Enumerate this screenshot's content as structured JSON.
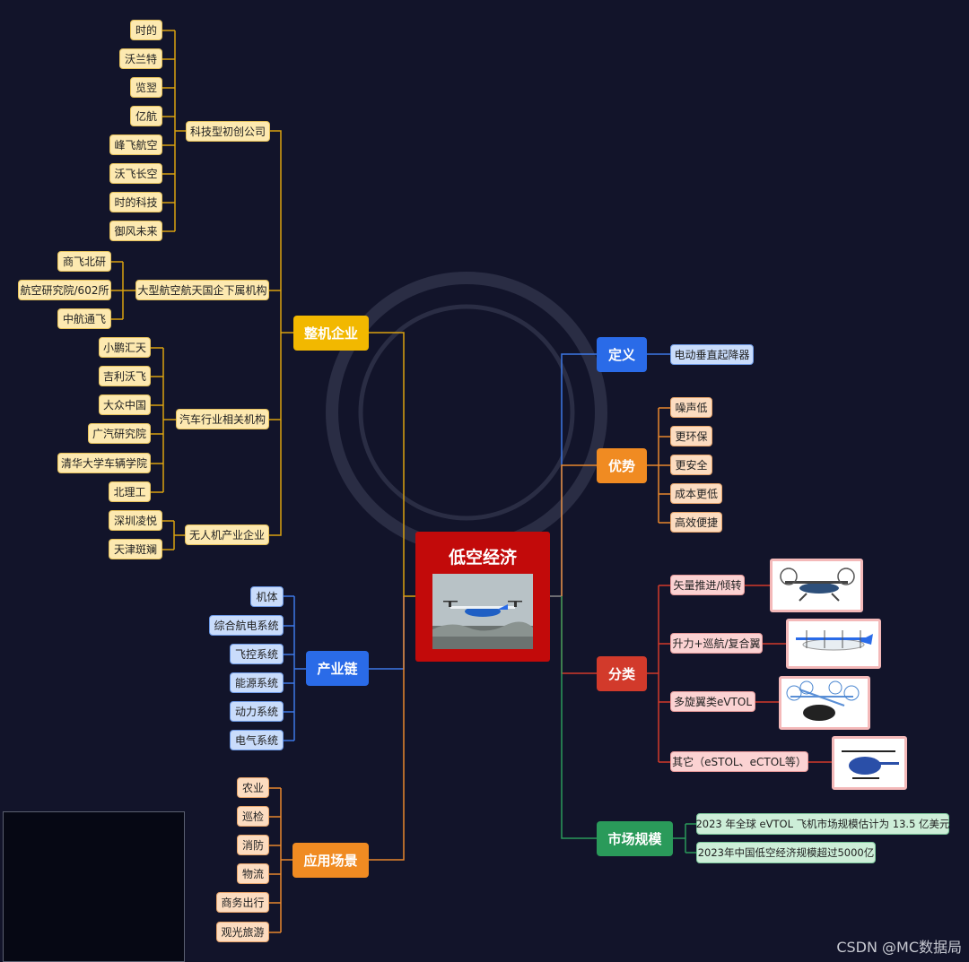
{
  "center": {
    "title": "低空经济"
  },
  "left": {
    "whole_machine": {
      "label": "整机企业",
      "groups": [
        {
          "label": "科技型初创公司",
          "items": [
            "时的",
            "沃兰特",
            "览翌",
            "亿航",
            "峰飞航空",
            "沃飞长空",
            "时的科技",
            "御风未来"
          ]
        },
        {
          "label": "大型航空航天国企下属机构",
          "items": [
            "商飞北研",
            "航空研究院/602所",
            "中航通飞"
          ]
        },
        {
          "label": "汽车行业相关机构",
          "items": [
            "小鹏汇天",
            "吉利沃飞",
            "大众中国",
            "广汽研究院",
            "清华大学车辆学院",
            "北理工"
          ]
        },
        {
          "label": "无人机产业企业",
          "items": [
            "深圳凌悦",
            "天津斑斓"
          ]
        }
      ]
    },
    "chain": {
      "label": "产业链",
      "items": [
        "机体",
        "综合航电系统",
        "飞控系统",
        "能源系统",
        "动力系统",
        "电气系统"
      ]
    },
    "scenes": {
      "label": "应用场景",
      "items": [
        "农业",
        "巡检",
        "消防",
        "物流",
        "商务出行",
        "观光旅游"
      ]
    }
  },
  "right": {
    "definition": {
      "label": "定义",
      "items": [
        "电动垂直起降器"
      ]
    },
    "advantages": {
      "label": "优势",
      "items": [
        "噪声低",
        "更环保",
        "更安全",
        "成本更低",
        "高效便捷"
      ]
    },
    "categories": {
      "label": "分类",
      "items": [
        "矢量推进/倾转",
        "升力+巡航/复合翼",
        "多旋翼类eVTOL",
        "其它（eSTOL、eCTOL等）"
      ]
    },
    "market": {
      "label": "市场规模",
      "items": [
        "2023 年全球 eVTOL 飞机市场规模估计为 13.5 亿美元",
        "2023年中国低空经济规模超过5000亿"
      ]
    }
  },
  "watermark": "CSDN @MC数据局",
  "colors": {
    "background": "#12142a",
    "yellow": "#f2b800",
    "blue": "#2a6be8",
    "orange": "#f08b22",
    "red": "#d23a2b",
    "green": "#2a9a5a",
    "center": "#c20a0a"
  }
}
